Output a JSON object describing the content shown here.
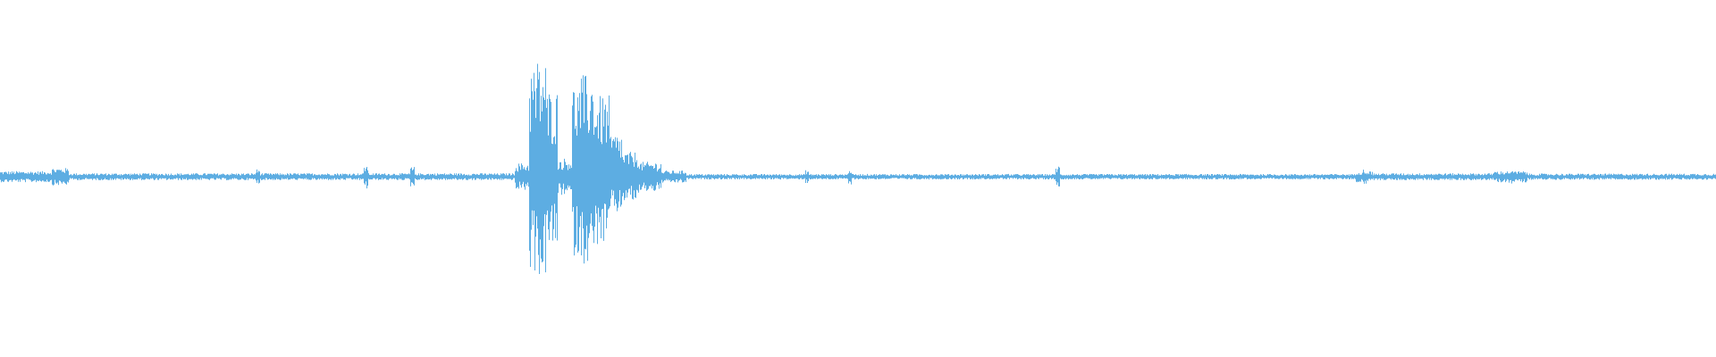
{
  "waveform": {
    "color": "#5dade2",
    "background": "#ffffff",
    "segments": [
      {
        "from": 0.0,
        "to": 0.03,
        "amp": 0.045
      },
      {
        "from": 0.03,
        "to": 0.04,
        "amp": 0.07
      },
      {
        "from": 0.04,
        "to": 0.3,
        "amp": 0.028
      },
      {
        "from": 0.3,
        "to": 0.308,
        "amp": 0.11
      },
      {
        "from": 0.308,
        "to": 0.312,
        "amp": 0.9
      },
      {
        "from": 0.312,
        "to": 0.318,
        "amp": 0.95
      },
      {
        "from": 0.318,
        "to": 0.325,
        "amp": 0.7
      },
      {
        "from": 0.325,
        "to": 0.333,
        "amp": 0.15
      },
      {
        "from": 0.333,
        "to": 0.338,
        "amp": 0.75
      },
      {
        "from": 0.338,
        "to": 0.346,
        "amp": 0.82
      },
      {
        "from": 0.346,
        "to": 0.355,
        "amp": 0.65
      },
      {
        "from": 0.355,
        "to": 0.362,
        "amp": 0.35
      },
      {
        "from": 0.362,
        "to": 0.372,
        "amp": 0.2
      },
      {
        "from": 0.372,
        "to": 0.385,
        "amp": 0.12
      },
      {
        "from": 0.385,
        "to": 0.4,
        "amp": 0.05
      },
      {
        "from": 0.4,
        "to": 0.79,
        "amp": 0.022
      },
      {
        "from": 0.79,
        "to": 0.8,
        "amp": 0.045
      },
      {
        "from": 0.8,
        "to": 0.87,
        "amp": 0.028
      },
      {
        "from": 0.87,
        "to": 0.89,
        "amp": 0.045
      },
      {
        "from": 0.89,
        "to": 1.0,
        "amp": 0.025
      }
    ],
    "spikes": [
      {
        "at": 0.15,
        "amp": 0.06
      },
      {
        "at": 0.213,
        "amp": 0.1
      },
      {
        "at": 0.24,
        "amp": 0.08
      },
      {
        "at": 0.47,
        "amp": 0.055
      },
      {
        "at": 0.495,
        "amp": 0.07
      },
      {
        "at": 0.616,
        "amp": 0.09
      },
      {
        "at": 0.795,
        "amp": 0.06
      },
      {
        "at": 0.88,
        "amp": 0.055
      }
    ]
  }
}
